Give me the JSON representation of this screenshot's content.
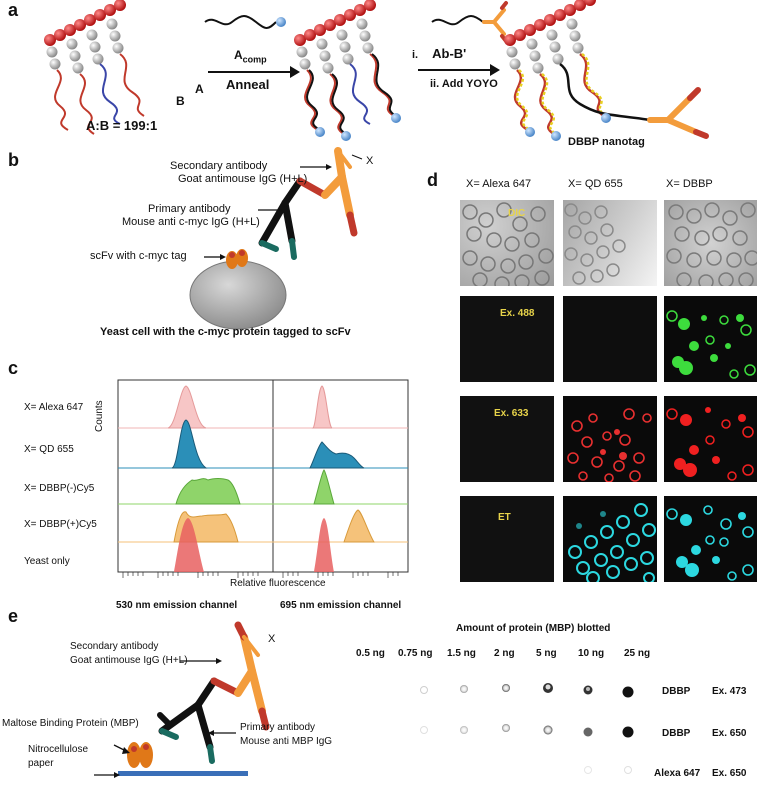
{
  "panels": {
    "a": "a",
    "b": "b",
    "c": "c",
    "d": "d",
    "e": "e"
  },
  "panel_a": {
    "a_label": "A",
    "b_label": "B",
    "ratio": "A:B = 199:1",
    "step1_top": "A",
    "step1_sub": "comp",
    "step1_bottom": "Anneal",
    "step2_i": "i.",
    "step2_i_text": "Ab-B'",
    "step2_ii": "ii. Add YOYO",
    "nanotag": "DBBP nanotag"
  },
  "panel_b": {
    "secondary_title": "Secondary antibody",
    "secondary_sub": "Goat antimouse IgG (H+L)",
    "x": "X",
    "primary_title": "Primary antibody",
    "primary_sub": "Mouse anti c-myc IgG (H+L)",
    "scfv": "scFv with c-myc tag",
    "caption": "Yeast cell with the c-myc protein tagged to scFv"
  },
  "panel_c": {
    "rows": [
      "X= Alexa 647",
      "X= QD 655",
      "X= DBBP(-)Cy5",
      "X= DBBP(+)Cy5",
      "Yeast only"
    ],
    "ylabel": "Counts",
    "xlabel": "Relative fluorescence",
    "ch1": "530 nm emission channel",
    "ch2": "695 nm emission channel",
    "colors": [
      "#f7c6c6",
      "#2b8fb8",
      "#8fd46a",
      "#f5c27a",
      "#e86060"
    ]
  },
  "panel_d": {
    "cols": [
      "X= Alexa 647",
      "X= QD 655",
      "X= DBBP"
    ],
    "row_labels": [
      "DIC",
      "Ex. 488",
      "Ex. 633",
      "ET"
    ]
  },
  "panel_e": {
    "secondary_title": "Secondary antibody",
    "secondary_sub": "Goat antimouse IgG (H+L)",
    "x": "X",
    "mbp": "Maltose Binding Protein (MBP)",
    "primary_title": "Primary antibody",
    "primary_sub": "Mouse anti MBP IgG",
    "nitro1": "Nitrocellulose",
    "nitro2": "paper",
    "amount_title": "Amount of protein (MBP) blotted",
    "amounts": [
      "0.5 ng",
      "0.75 ng",
      "1.5 ng",
      "2 ng",
      "5 ng",
      "10 ng",
      "25 ng"
    ],
    "rows": [
      {
        "label": "DBBP",
        "ex": "Ex. 473"
      },
      {
        "label": "DBBP",
        "ex": "Ex. 650"
      },
      {
        "label": "Alexa 647",
        "ex": "Ex. 650"
      }
    ]
  }
}
